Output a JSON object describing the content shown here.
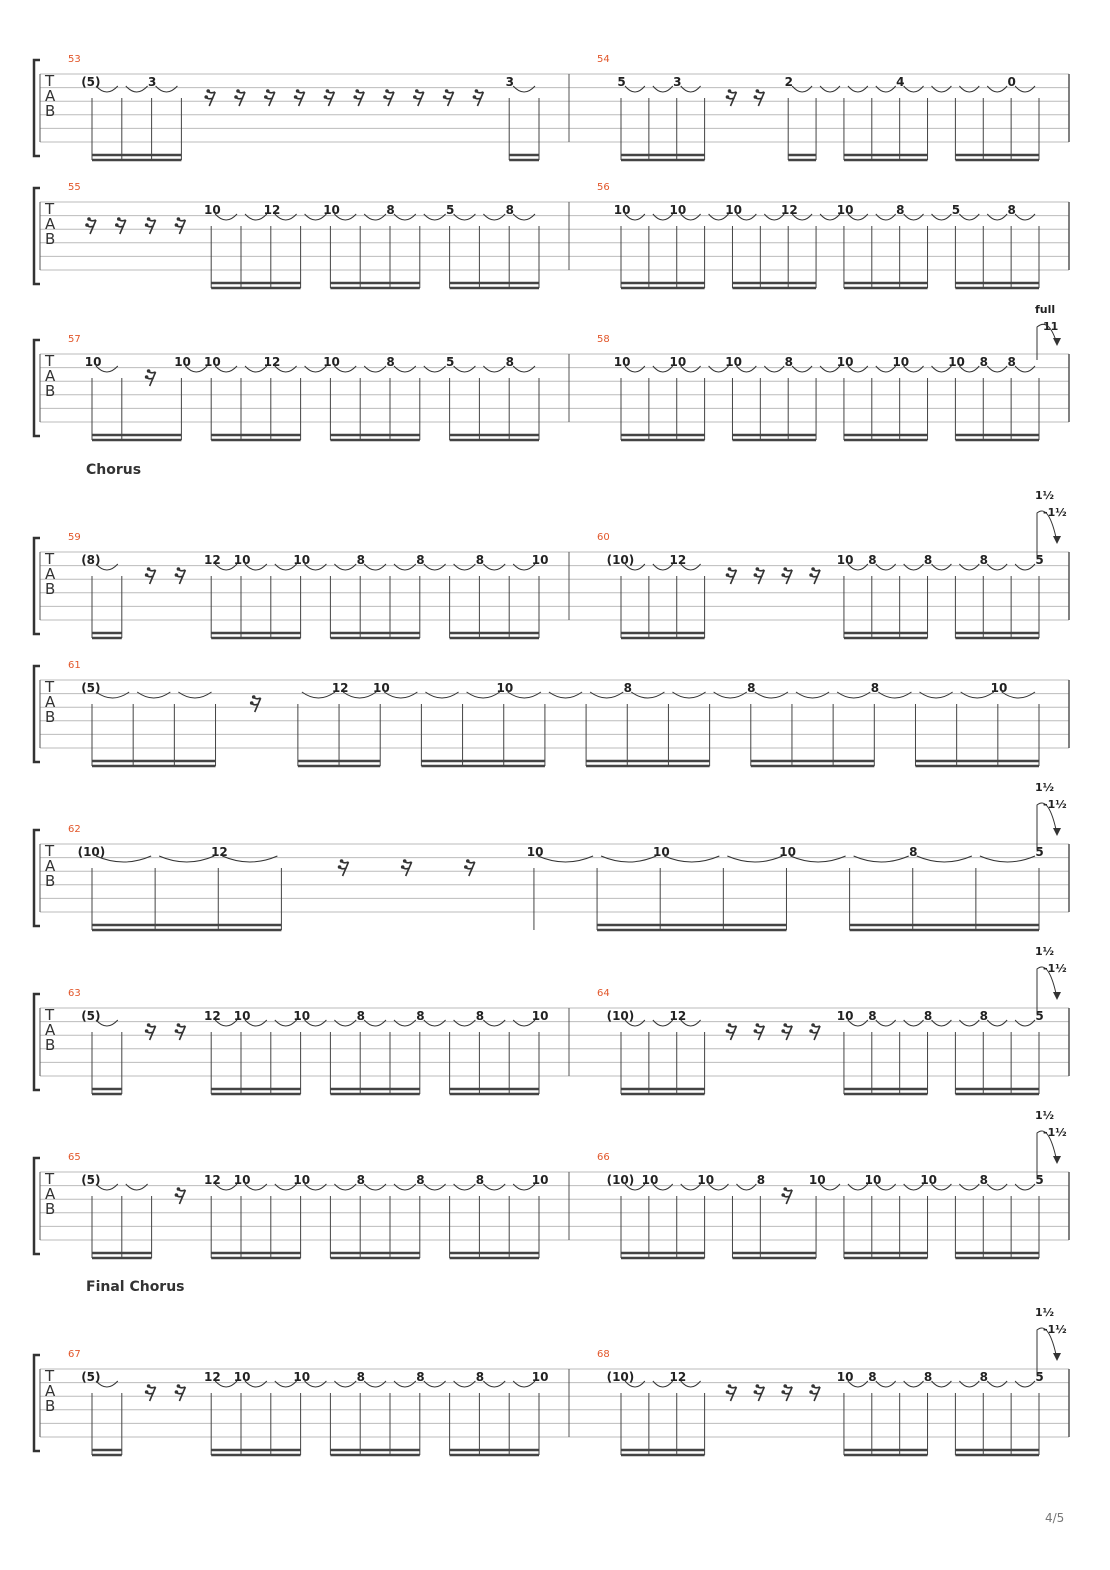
{
  "page": {
    "number_label": "4/5"
  },
  "colors": {
    "measure_number": "#e2572b",
    "staff_line": "#bbbbbb",
    "ink": "#222222"
  },
  "tab_clef": [
    "T",
    "A",
    "B"
  ],
  "systems": [
    {
      "measures": [
        {
          "number": "53",
          "events": [
            "(5)",
            "",
            "3",
            "",
            "r",
            "r",
            "r",
            "r",
            "r",
            "r",
            "r",
            "r",
            "r",
            "r",
            "3",
            ""
          ]
        },
        {
          "number": "54",
          "events": [
            "5",
            "",
            "3",
            "",
            "r",
            "r",
            "2",
            "",
            "",
            "",
            "4",
            "",
            "",
            "",
            "0",
            ""
          ]
        }
      ]
    },
    {
      "measures": [
        {
          "number": "55",
          "events": [
            "r",
            "r",
            "r",
            "r",
            "10",
            "",
            "12",
            "",
            "10",
            "",
            "8",
            "",
            "5",
            "",
            "8",
            ""
          ]
        },
        {
          "number": "56",
          "events": [
            "10",
            "",
            "10",
            "",
            "10",
            "",
            "12",
            "",
            "10",
            "",
            "8",
            "",
            "5",
            "",
            "8",
            ""
          ]
        }
      ]
    },
    {
      "measures": [
        {
          "number": "57",
          "events": [
            "10",
            "",
            "r",
            "10",
            "10",
            "",
            "12",
            "",
            "10",
            "",
            "8",
            "",
            "5",
            "",
            "8",
            ""
          ]
        },
        {
          "number": "58",
          "events": [
            "10",
            "",
            "10",
            "",
            "10",
            "",
            "8",
            "",
            "10",
            "",
            "10",
            "",
            "10",
            "8",
            "8",
            ""
          ]
        }
      ],
      "bend": {
        "label": "full",
        "target": "11"
      }
    },
    {
      "section": "Chorus",
      "measures": [
        {
          "number": "59",
          "events": [
            "(8)",
            "",
            "r",
            "r",
            "12",
            "10",
            "",
            "10",
            "",
            "8",
            "",
            "8",
            "",
            "8",
            "",
            "10"
          ]
        },
        {
          "number": "60",
          "events": [
            "(10)",
            "",
            "12",
            "",
            "r",
            "r",
            "r",
            "r",
            "10",
            "8",
            "",
            "8",
            "",
            "8",
            "",
            "5"
          ]
        }
      ],
      "bend": {
        "label": "1½",
        "target": "-1½"
      }
    },
    {
      "measures": [
        {
          "number": "61",
          "events": [
            "(5)",
            "",
            "",
            "",
            "r",
            "",
            "12",
            "10",
            "",
            "",
            "10",
            "",
            "",
            "8",
            "",
            "",
            "8",
            "",
            "",
            "8",
            "",
            "",
            "10",
            ""
          ]
        }
      ]
    },
    {
      "measures": [
        {
          "number": "62",
          "events": [
            "(10)",
            "",
            "12",
            "",
            "r",
            "r",
            "r",
            "10",
            "",
            "10",
            "",
            "10",
            "",
            "8",
            "",
            "5"
          ]
        }
      ],
      "bend": {
        "label": "1½",
        "target": "-1½"
      }
    },
    {
      "measures": [
        {
          "number": "63",
          "events": [
            "(5)",
            "",
            "r",
            "r",
            "12",
            "10",
            "",
            "10",
            "",
            "8",
            "",
            "8",
            "",
            "8",
            "",
            "10"
          ]
        },
        {
          "number": "64",
          "events": [
            "(10)",
            "",
            "12",
            "",
            "r",
            "r",
            "r",
            "r",
            "10",
            "8",
            "",
            "8",
            "",
            "8",
            "",
            "5"
          ]
        }
      ],
      "bend": {
        "label": "1½",
        "target": "-1½"
      }
    },
    {
      "measures": [
        {
          "number": "65",
          "events": [
            "(5)",
            "",
            "",
            "r",
            "12",
            "10",
            "",
            "10",
            "",
            "8",
            "",
            "8",
            "",
            "8",
            "",
            "10"
          ]
        },
        {
          "number": "66",
          "events": [
            "(10)",
            "10",
            "",
            "10",
            "",
            "8",
            "r",
            "10",
            "",
            "10",
            "",
            "10",
            "",
            "8",
            "",
            "5"
          ]
        }
      ],
      "bend": {
        "label": "1½",
        "target": "-1½"
      }
    },
    {
      "section": "Final Chorus",
      "measures": [
        {
          "number": "67",
          "events": [
            "(5)",
            "",
            "r",
            "r",
            "12",
            "10",
            "",
            "10",
            "",
            "8",
            "",
            "8",
            "",
            "8",
            "",
            "10"
          ]
        },
        {
          "number": "68",
          "events": [
            "(10)",
            "",
            "12",
            "",
            "r",
            "r",
            "r",
            "r",
            "10",
            "8",
            "",
            "8",
            "",
            "8",
            "",
            "5"
          ]
        }
      ],
      "bend": {
        "label": "1½",
        "target": "-1½"
      }
    }
  ]
}
